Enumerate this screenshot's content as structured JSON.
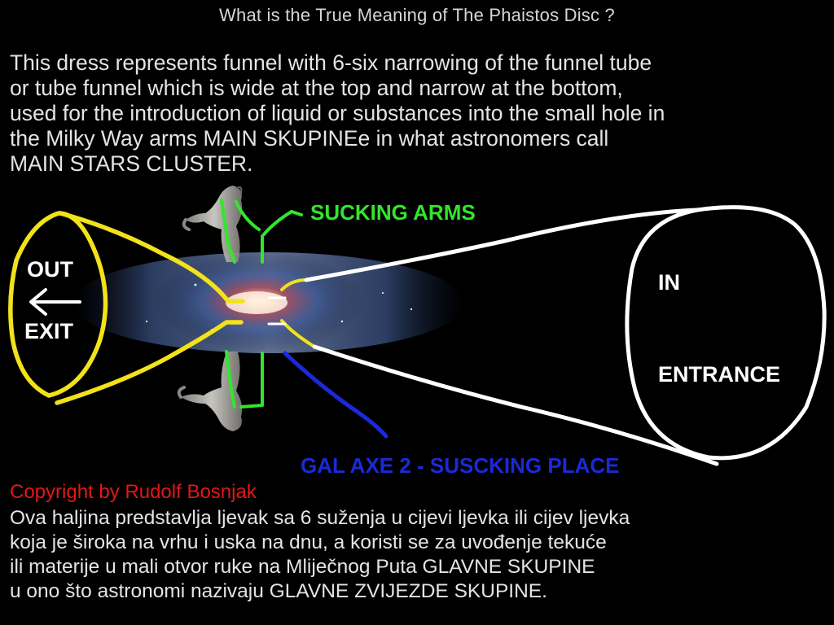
{
  "title": "What is the True Meaning of The Phaistos Disc ?",
  "intro_text": "This dress represents funnel with 6-six narrowing of the  funnel tube\nor tube funnel which is wide at the top and narrow at the bottom,\nused for the introduction of liquid or substances into the small hole in\nthe Milky Way arms MAIN SKUPINEe in what astronomers call\nMAIN STARS CLUSTER.",
  "diagram": {
    "labels": {
      "sucking_arms": "SUCKING ARMS",
      "out": "OUT",
      "exit": "EXIT",
      "in": "IN",
      "entrance": "ENTRANCE",
      "gal_axe": "GAL AXE 2 - SUSCKING PLACE"
    },
    "colors": {
      "exit_funnel": "#f2e21a",
      "entrance_funnel": "#ffffff",
      "sucking_arms": "#33e62b",
      "gal_axe": "#1a2ad8",
      "galaxy": "#2a4a8a"
    }
  },
  "copyright": "Copyright by Rudolf Bosnjak",
  "bottom_text": "Ova haljina predstavlja ljevak sa 6 suženja u cijevi ljevka ili cijev ljevka\nkoja je široka na vrhu i uska na dnu, a koristi se za uvođenje tekuće\nili materije u mali otvor ruke na Mliječnog Puta GLAVNE SKUPINE\nu ono što astronomi nazivaju GLAVNE ZVIJEZDE SKUPINE."
}
